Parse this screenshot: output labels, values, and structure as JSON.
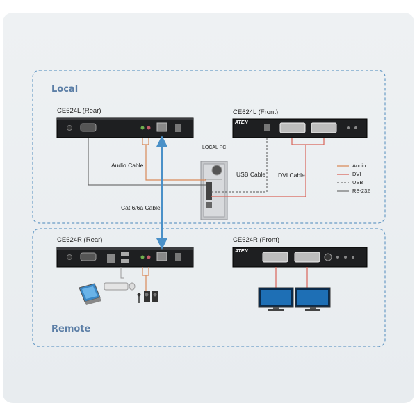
{
  "zones": {
    "local": "Local",
    "remote": "Remote"
  },
  "devices": {
    "local_rear": "CE624L (Rear)",
    "local_front": "CE624L (Front)",
    "remote_rear": "CE624R (Rear)",
    "remote_front": "CE624R (Front)",
    "brand": "ATEN",
    "local_pc": "LOCAL PC"
  },
  "cables": {
    "audio": "Audio Cable",
    "usb": "USB Cable",
    "dvi": "DVI Cable",
    "cat": "Cat 6/6a Cable"
  },
  "legend": [
    {
      "label": "Audio",
      "color": "#d98a5a",
      "style": "solid"
    },
    {
      "label": "DVI",
      "color": "#d9645a",
      "style": "solid"
    },
    {
      "label": "USB",
      "color": "#555555",
      "style": "dashed"
    },
    {
      "label": "RS-232",
      "color": "#555555",
      "style": "solid"
    }
  ],
  "colors": {
    "zone_border": "#6a9cc6",
    "zone_label": "#5b7ea6",
    "audio": "#d98a5a",
    "dvi": "#d9645a",
    "usb": "#555555",
    "rs232": "#555555",
    "cat": "#4a90c8"
  }
}
